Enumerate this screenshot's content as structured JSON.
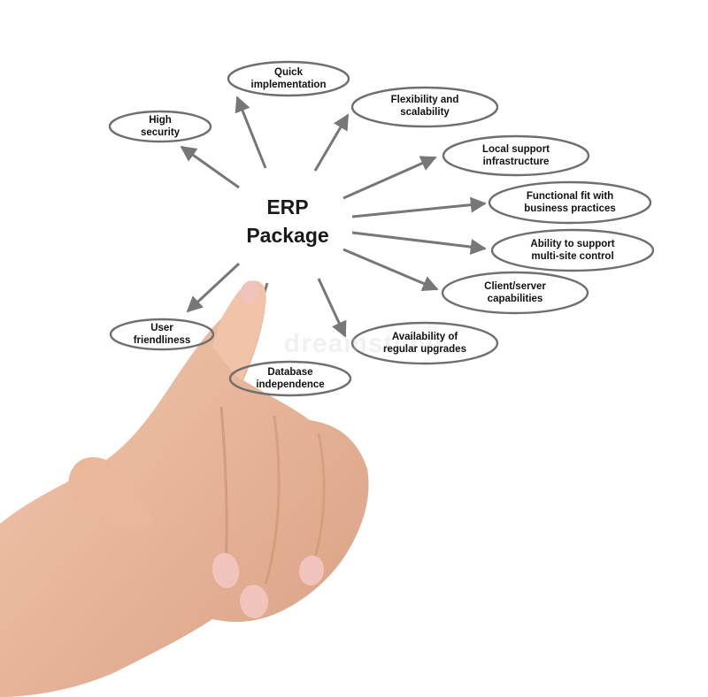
{
  "diagram": {
    "center": {
      "line1": "ERP",
      "line2": "Package"
    },
    "nodes": [
      {
        "id": "quick-implementation",
        "lines": [
          "Quick",
          "implementation"
        ]
      },
      {
        "id": "flexibility-scalability",
        "lines": [
          "Flexibility and",
          "scalability"
        ]
      },
      {
        "id": "high-security",
        "lines": [
          "High",
          "security"
        ]
      },
      {
        "id": "local-support",
        "lines": [
          "Local support",
          "infrastructure"
        ]
      },
      {
        "id": "functional-fit",
        "lines": [
          "Functional fit with",
          "business practices"
        ]
      },
      {
        "id": "multi-site",
        "lines": [
          "Ability to support",
          "multi-site control"
        ]
      },
      {
        "id": "client-server",
        "lines": [
          "Client/server",
          "capabilities"
        ]
      },
      {
        "id": "regular-upgrades",
        "lines": [
          "Availability of",
          "regular upgrades"
        ]
      },
      {
        "id": "user-friendliness",
        "lines": [
          "User",
          "friendliness"
        ]
      },
      {
        "id": "database-independence",
        "lines": [
          "Database",
          "independence"
        ]
      }
    ],
    "colors": {
      "ellipse_stroke": "#6f6f6f",
      "arrow": "#777777",
      "text": "#111111",
      "skin": "#e9b79d",
      "skin_shadow": "#c98c6f",
      "nail": "#f0c4bc"
    }
  },
  "watermark": "dreamstime"
}
